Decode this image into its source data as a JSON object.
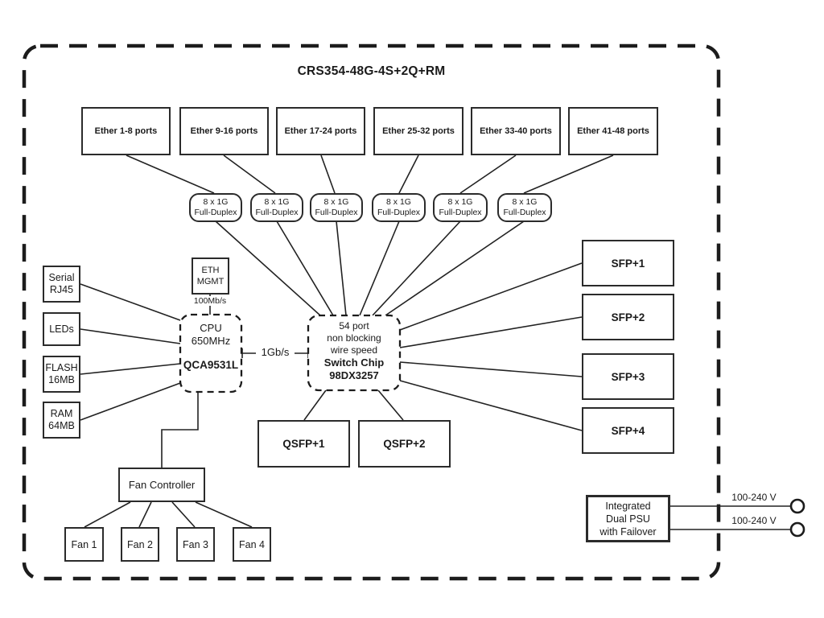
{
  "device": {
    "title": "CRS354-48G-4S+2Q+RM"
  },
  "ether_port_groups": [
    {
      "label": "Ether 1-8 ports"
    },
    {
      "label": "Ether 9-16 ports"
    },
    {
      "label": "Ether 17-24 ports"
    },
    {
      "label": "Ether 25-32 ports"
    },
    {
      "label": "Ether 33-40 ports"
    },
    {
      "label": "Ether 41-48 ports"
    }
  ],
  "duplex_groups": [
    {
      "line1": "8 x 1G",
      "line2": "Full-Duplex"
    },
    {
      "line1": "8 x 1G",
      "line2": "Full-Duplex"
    },
    {
      "line1": "8 x 1G",
      "line2": "Full-Duplex"
    },
    {
      "line1": "8 x 1G",
      "line2": "Full-Duplex"
    },
    {
      "line1": "8 x 1G",
      "line2": "Full-Duplex"
    },
    {
      "line1": "8 x 1G",
      "line2": "Full-Duplex"
    }
  ],
  "peripherals": [
    {
      "line1": "Serial",
      "line2": "RJ45"
    },
    {
      "line1": "LEDs"
    },
    {
      "line1": "FLASH",
      "line2": "16MB"
    },
    {
      "line1": "RAM",
      "line2": "64MB"
    }
  ],
  "eth_mgmt": {
    "line1": "ETH",
    "line2": "MGMT",
    "link_speed": "100Mb/s"
  },
  "cpu": {
    "name": "CPU",
    "clock": "650MHz",
    "model": "QCA9531L",
    "switch_link_speed": "1Gb/s"
  },
  "switch_chip": {
    "line1": "54 port",
    "line2": "non blocking",
    "line3": "wire speed",
    "line4": "Switch Chip",
    "line5": "98DX3257"
  },
  "sfp_ports": [
    {
      "label": "SFP+1"
    },
    {
      "label": "SFP+2"
    },
    {
      "label": "SFP+3"
    },
    {
      "label": "SFP+4"
    }
  ],
  "qsfp_ports": [
    {
      "label": "QSFP+1"
    },
    {
      "label": "QSFP+2"
    }
  ],
  "cooling": {
    "controller_label": "Fan Controller",
    "fans": [
      {
        "label": "Fan 1"
      },
      {
        "label": "Fan 2"
      },
      {
        "label": "Fan 3"
      },
      {
        "label": "Fan 4"
      }
    ]
  },
  "power": {
    "psu_line1": "Integrated",
    "psu_line2": "Dual PSU",
    "psu_line3": "with Failover",
    "inputs": [
      {
        "label": "100-240 V"
      },
      {
        "label": "100-240 V"
      }
    ]
  },
  "colors": {
    "line": "#222222",
    "border": "#2b2b2b",
    "background": "#ffffff",
    "text": "#1a1a1a"
  }
}
